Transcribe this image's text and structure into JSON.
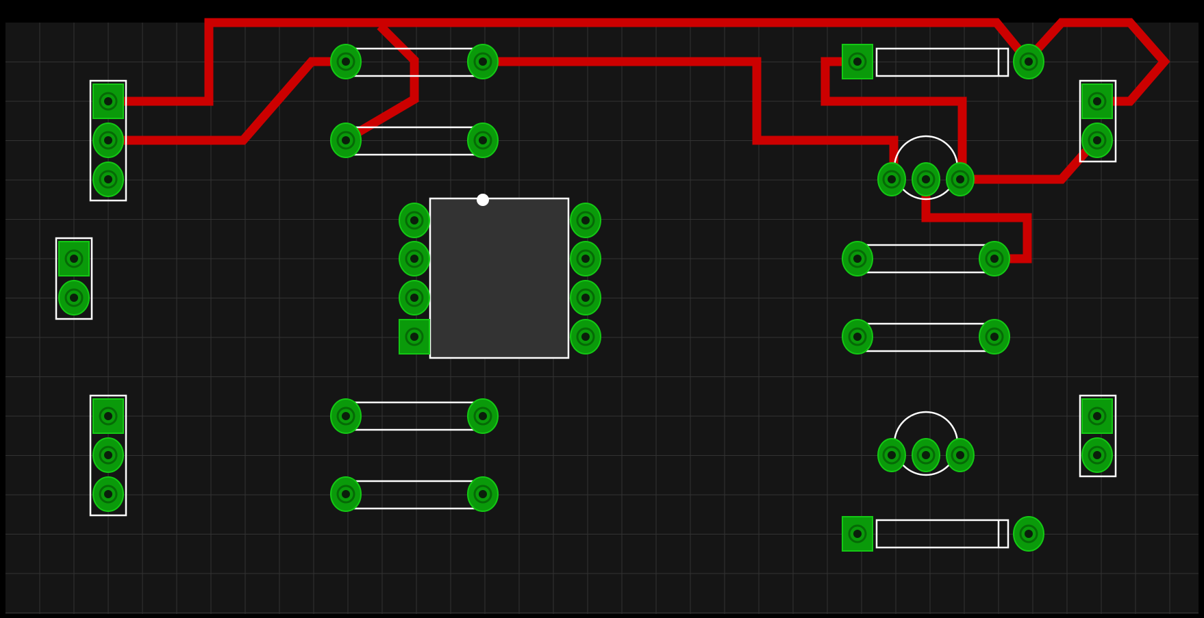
{
  "view": {
    "background": "#000000",
    "board_color": "#151515",
    "grid_color": "#333333",
    "trace_color": "#cc0000",
    "pad_color": "#0a9a0a",
    "pad_hole_color": "#0b1f0b",
    "silkscreen_color": "#ffffff",
    "ic_body_color": "#333333",
    "grid_visible": true
  },
  "components": {
    "connectors": [
      {
        "id": "conn-left-3pin-top",
        "pins": 3
      },
      {
        "id": "conn-left-2pin",
        "pins": 2
      },
      {
        "id": "conn-left-3pin-bottom",
        "pins": 3
      },
      {
        "id": "conn-right-2pin-top",
        "pins": 2
      },
      {
        "id": "conn-right-2pin-bottom",
        "pins": 2
      }
    ],
    "resistors": [
      {
        "id": "resistor-1"
      },
      {
        "id": "resistor-2"
      },
      {
        "id": "resistor-3"
      },
      {
        "id": "resistor-4"
      },
      {
        "id": "resistor-5"
      },
      {
        "id": "resistor-6"
      }
    ],
    "diodes": [
      {
        "id": "diode-top"
      },
      {
        "id": "diode-bottom"
      }
    ],
    "transistors": [
      {
        "id": "transistor-top",
        "package": "TO-92"
      },
      {
        "id": "transistor-bottom",
        "package": "TO-92"
      }
    ],
    "ic": {
      "id": "ic-dip8",
      "pins": 8,
      "package": "DIP-8"
    }
  }
}
